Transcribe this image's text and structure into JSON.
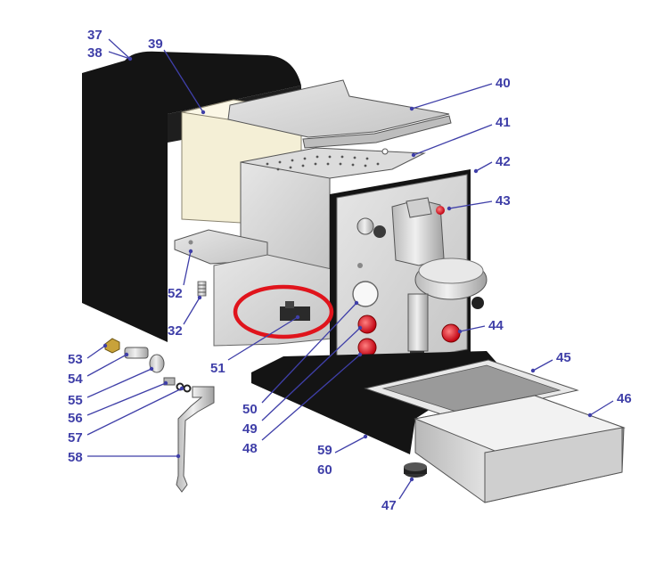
{
  "colors": {
    "label": "#3f3fa8",
    "highlight": "#e0141c",
    "body": "#141414",
    "panel": "#d4d4d4",
    "tank": "#f4efd6",
    "lamp": "#d6202a"
  },
  "callouts": [
    {
      "id": "37",
      "label": "37"
    },
    {
      "id": "38",
      "label": "38"
    },
    {
      "id": "39",
      "label": "39"
    },
    {
      "id": "40",
      "label": "40"
    },
    {
      "id": "41",
      "label": "41"
    },
    {
      "id": "42",
      "label": "42"
    },
    {
      "id": "43",
      "label": "43"
    },
    {
      "id": "44",
      "label": "44"
    },
    {
      "id": "45",
      "label": "45"
    },
    {
      "id": "46",
      "label": "46"
    },
    {
      "id": "47",
      "label": "47"
    },
    {
      "id": "48",
      "label": "48"
    },
    {
      "id": "49",
      "label": "49"
    },
    {
      "id": "50",
      "label": "50"
    },
    {
      "id": "51",
      "label": "51"
    },
    {
      "id": "52",
      "label": "52"
    },
    {
      "id": "32",
      "label": "32"
    },
    {
      "id": "53",
      "label": "53"
    },
    {
      "id": "54",
      "label": "54"
    },
    {
      "id": "55",
      "label": "55"
    },
    {
      "id": "56",
      "label": "56"
    },
    {
      "id": "57",
      "label": "57"
    },
    {
      "id": "58",
      "label": "58"
    },
    {
      "id": "59",
      "label": "59"
    },
    {
      "id": "60",
      "label": "60"
    }
  ]
}
